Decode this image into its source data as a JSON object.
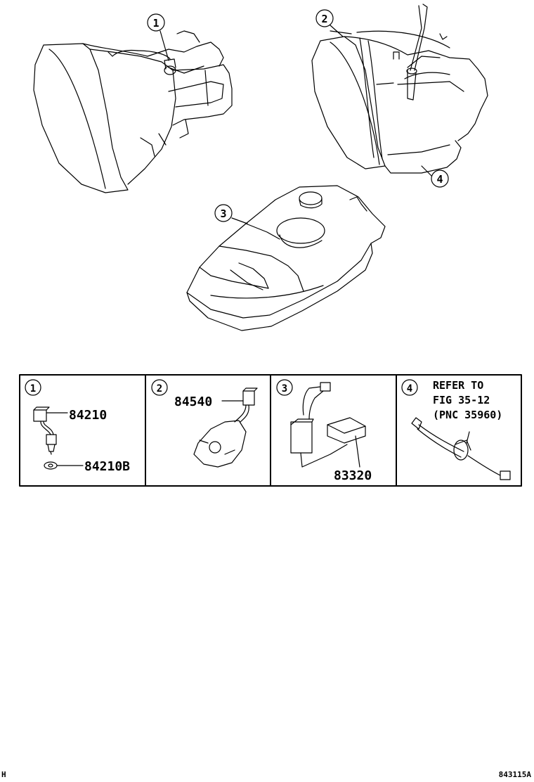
{
  "callouts": {
    "c1": "1",
    "c2": "2",
    "c3": "3",
    "c4": "4"
  },
  "panels": [
    {
      "num": "1",
      "parts": [
        "84210",
        "84210B"
      ]
    },
    {
      "num": "2",
      "parts": [
        "84540"
      ]
    },
    {
      "num": "3",
      "parts": [
        "83320"
      ]
    },
    {
      "num": "4",
      "refer_lines": [
        "REFER TO",
        "FIG  35-12",
        "(PNC 35960)"
      ]
    }
  ],
  "footer": {
    "left": "H",
    "right": "843115A"
  }
}
